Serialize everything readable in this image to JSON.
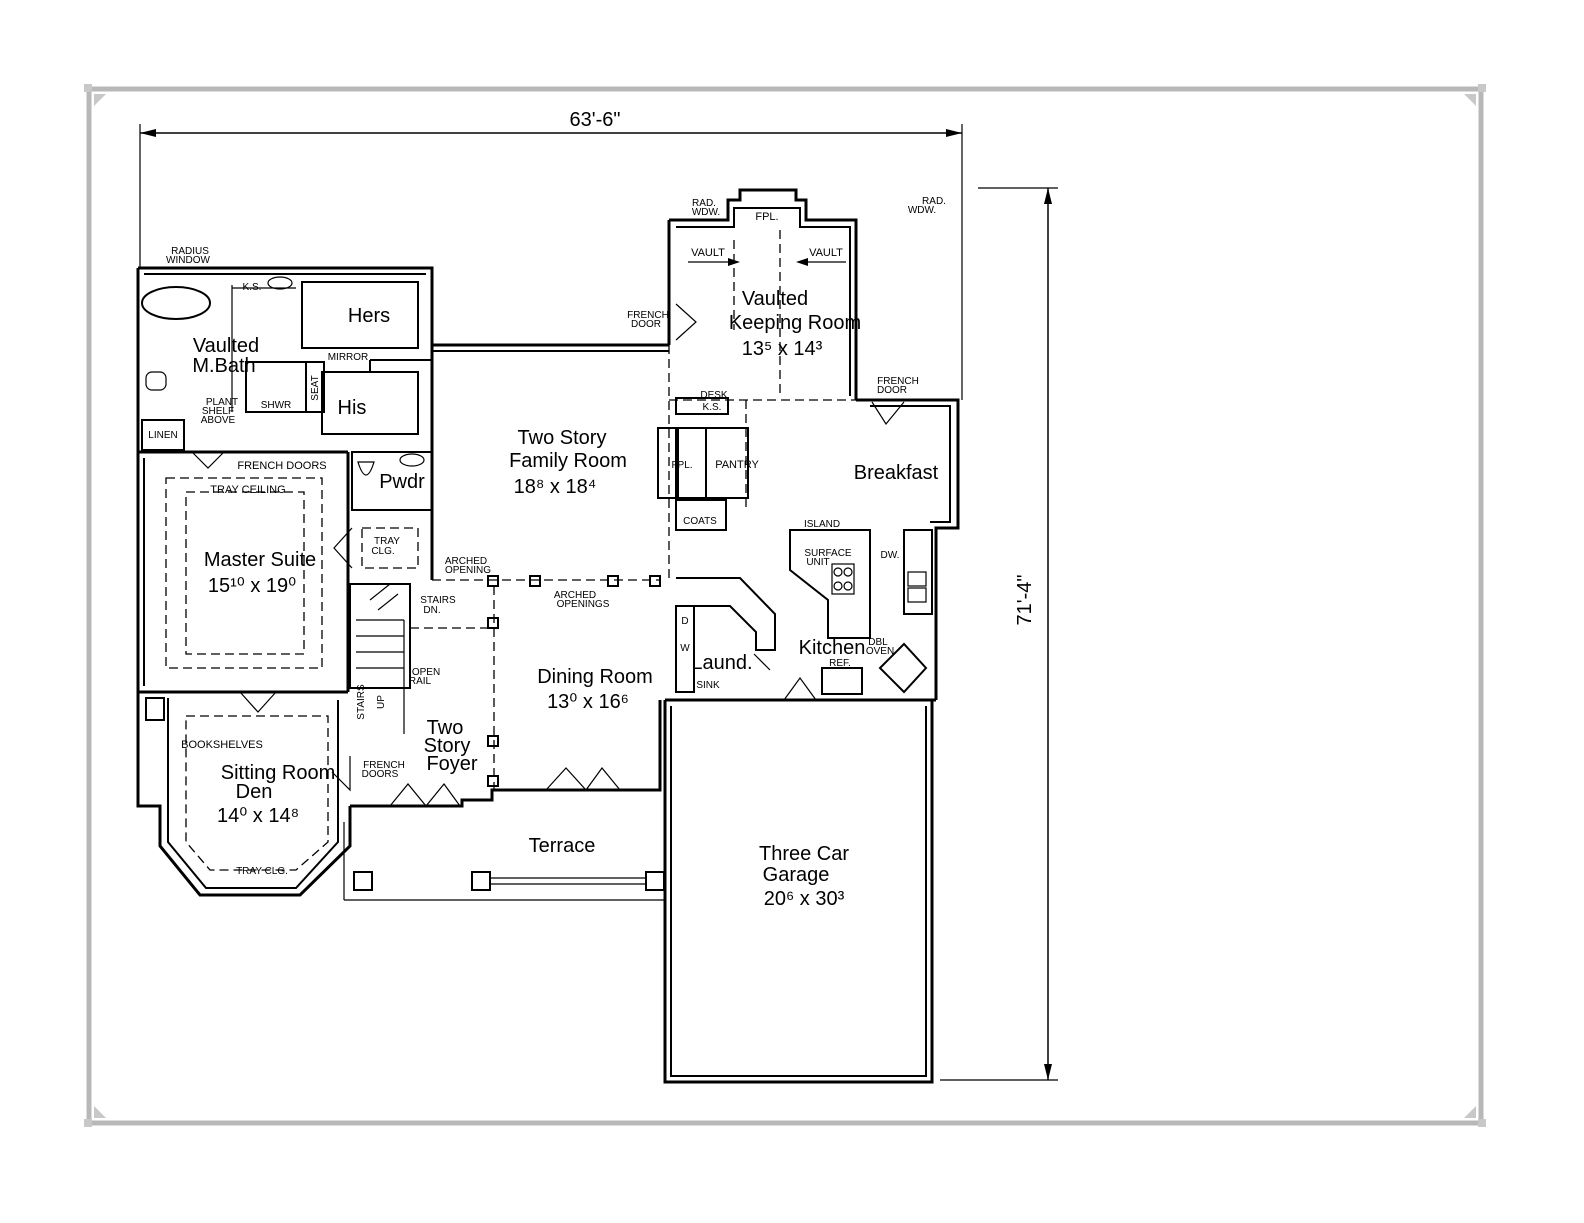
{
  "plan": {
    "overall_width_dimension": "63'-6\"",
    "overall_depth_dimension": "71'-4\""
  },
  "rooms": {
    "vaulted_keeping_room": {
      "line1": "Vaulted",
      "line2": "Keeping Room",
      "dims": "13⁵ x 14³"
    },
    "two_story_family_room": {
      "line1": "Two Story",
      "line2": "Family Room",
      "dims": "18⁸ x 18⁴"
    },
    "breakfast": {
      "name": "Breakfast"
    },
    "kitchen": {
      "name": "Kitchen"
    },
    "laundry": {
      "name": "Laund."
    },
    "dining_room": {
      "name": "Dining Room",
      "dims": "13⁰ x 16⁶"
    },
    "two_story_foyer": {
      "line1": "Two",
      "line2": "Story",
      "line3": "Foyer"
    },
    "master_suite": {
      "name": "Master Suite",
      "dims": "15¹⁰ x 19⁰"
    },
    "vaulted_mbath": {
      "line1": "Vaulted",
      "line2": "M.Bath"
    },
    "hers": {
      "name": "Hers"
    },
    "his": {
      "name": "His"
    },
    "powder": {
      "name": "Pwdr"
    },
    "sitting_room": {
      "line1": "Sitting Room",
      "line2": "Den",
      "dims": "14⁰ x 14⁸"
    },
    "terrace": {
      "name": "Terrace"
    },
    "garage": {
      "line1": "Three Car",
      "line2": "Garage",
      "dims": "20⁶ x 30³"
    }
  },
  "notes": {
    "rad_wdw_left": [
      "RAD.",
      "WDW."
    ],
    "rad_wdw_right": [
      "RAD.",
      "WDW."
    ],
    "fpl_keeping": "FPL.",
    "vault_left": "VAULT",
    "vault_right": "VAULT",
    "french_door_keeping": [
      "FRENCH",
      "DOOR"
    ],
    "french_door_breakfast": [
      "FRENCH",
      "DOOR"
    ],
    "desk": "DESK",
    "ks_desk": "K.S.",
    "fpl_family": "FPL.",
    "pantry": "PANTRY",
    "coats": "COATS",
    "island": "ISLAND",
    "surface_unit": [
      "SURFACE",
      "UNIT"
    ],
    "dw": "DW.",
    "dbl_oven": [
      "DBL",
      "OVEN"
    ],
    "ref": "REF.",
    "d": "D",
    "w": "W",
    "sink": "SINK",
    "arched_openings": [
      "ARCHED",
      "OPENINGS"
    ],
    "arched_opening": [
      "ARCHED",
      "OPENING"
    ],
    "stairs_dn": [
      "STAIRS",
      "DN."
    ],
    "open_rail": [
      "OPEN",
      "RAIL"
    ],
    "stairs_up": [
      "STAIRS",
      "UP"
    ],
    "french_doors_foyer": [
      "FRENCH",
      "DOORS"
    ],
    "tray_clg_hall": [
      "TRAY",
      "CLG."
    ],
    "french_doors_master": "FRENCH DOORS",
    "tray_ceiling": "TRAY CEILING",
    "radius_window": [
      "RADIUS",
      "WINDOW"
    ],
    "ks_bath": "K.S.",
    "mirror": "MIRROR",
    "plant_shelf": [
      "PLANT",
      "SHELF",
      "ABOVE"
    ],
    "shwr": "SHWR",
    "seat": "SEAT",
    "linen": "LINEN",
    "bookshelves": "BOOKSHELVES",
    "tray_clg_den": "TRAY CLG."
  }
}
